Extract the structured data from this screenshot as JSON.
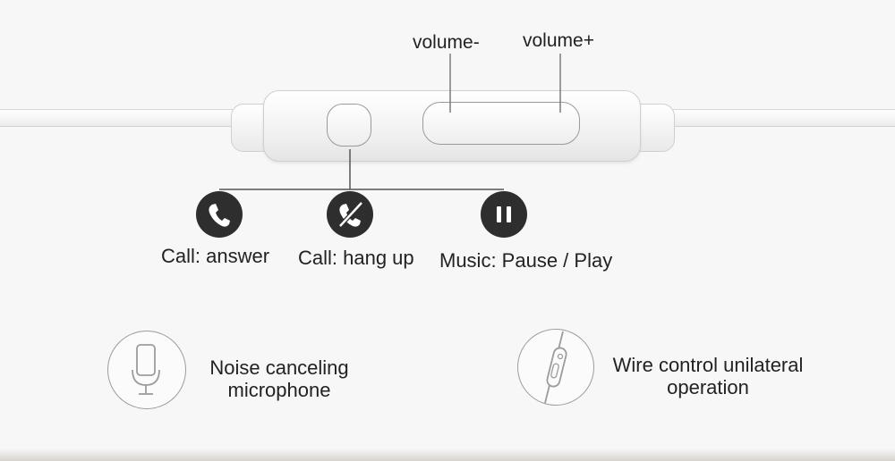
{
  "remote": {
    "volume_minus_label": "volume-",
    "volume_plus_label": "volume+"
  },
  "functions": [
    {
      "icon": "phone-answer-icon",
      "label": "Call: answer"
    },
    {
      "icon": "phone-hangup-icon",
      "label": "Call: hang up"
    },
    {
      "icon": "pause-icon",
      "label": "Music: Pause / Play"
    }
  ],
  "features": [
    {
      "icon": "microphone-icon",
      "line1": "Noise canceling",
      "line2": "microphone"
    },
    {
      "icon": "wire-control-icon",
      "line1": "Wire control unilateral",
      "line2": "operation"
    }
  ],
  "colors": {
    "background": "#f7f7f7",
    "icon_fill": "#2e2e2e",
    "text": "#222222"
  }
}
